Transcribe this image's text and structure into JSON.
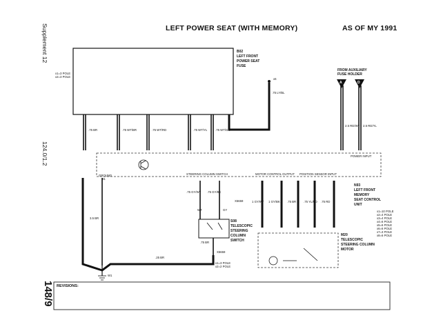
{
  "header": {
    "title": "LEFT POWER SEAT (WITH MEMORY)",
    "model_year": "AS OF MY 1991"
  },
  "margin": {
    "supplement": "Supplement 12",
    "doc_code": "124.0/1.2",
    "page_number": "148/9"
  },
  "components": {
    "b02": {
      "id": "B02",
      "lines": [
        "LEFT FRONT",
        "POWER SEAT",
        "FUSE"
      ]
    },
    "pole_note_top": [
      "x1=3 POLE",
      "x2=3 POLE"
    ],
    "aux_fuse": [
      "FROM AUXILIARY",
      "FUSE HOLDER"
    ],
    "n93": {
      "id": "N93",
      "lines": [
        "LEFT FRONT",
        "MEMORY",
        "SEAT CONTROL",
        "UNIT"
      ]
    },
    "n93_poles": [
      "x1=10 POLE",
      "x2=4 POLE",
      "x3=4 POLE",
      "x4=6 POLE",
      "x5=6 POLE",
      "x6=6 POLE",
      "x7=3 POLE",
      "x8=6 POLE"
    ],
    "s08": {
      "id": "S08",
      "lines": [
        "TELESCOPIC",
        "STEERING",
        "COLUMN",
        "SWITCH"
      ]
    },
    "m20": {
      "id": "M20",
      "lines": [
        "TELESCOPIC",
        "STEERING COLUMN",
        "MOTOR"
      ]
    },
    "bottom_poles": [
      "x1=3 POLE",
      "x2=2 POLE"
    ]
  },
  "labels": {
    "x6": "x6",
    "wire_x6": ".75 LY/BL",
    "connector_a": "A",
    "connector_b": "D",
    "power_input": "POWER INPUT",
    "ground": "GROUND",
    "ground_sub": "31",
    "steering_switch": "STEERING COLUMN SWITCH",
    "motor_control": "MOTOR CONTROL OUTPUT",
    "position_sensor": "POSITION SENSOR INPUT",
    "w1": "W1",
    "x5659_top": "X5659",
    "x5659_bottom": "X5659",
    "wt": "WT",
    "gy": "GY",
    "wire_38br": "3.5 BR",
    "wire_75br_s": ".75 BR",
    "wire_25br": ".25 BR",
    "wire_075_gywt": ".75 GY/WT",
    "wire_075_gybk": ".75 GY/BK",
    "wire_1_gywt": "1 GY/WT",
    "wire_1_gybk": "1 GY/BK",
    "wire_75br_m": ".75 BR",
    "wire_75_ylrd": ".75 YL/RD",
    "wire_75_rd": ".75 RD",
    "wire_25_rdwt": "2.5 RD/WT",
    "wire_25_rdyl": "2.5 RD/YL",
    "wire_b02_1": ".75 BR",
    "wire_b02_2": ".75 WT/BR",
    "wire_b02_3": ".75 WT/RD",
    "wire_b02_4": ".75 WT/YL",
    "wire_b02_5": ".75 WT/GN"
  },
  "revisions": {
    "label": "REVISIONS:"
  },
  "colors": {
    "line": "#111111",
    "dash": "#333333",
    "paper": "#ffffff"
  }
}
